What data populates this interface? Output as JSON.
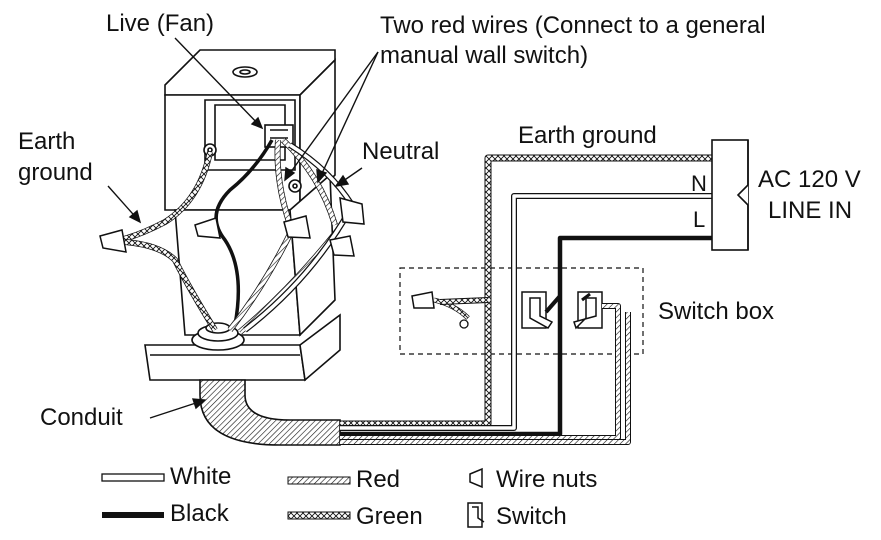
{
  "labels": {
    "live_fan": "Live (Fan)",
    "two_red_wires_line1": "Two red wires (Connect to a general",
    "two_red_wires_line2": "manual wall switch)",
    "earth_ground_left_line1": "Earth",
    "earth_ground_left_line2": "ground",
    "neutral": "Neutral",
    "earth_ground_top": "Earth ground",
    "terminal_n": "N",
    "terminal_l": "L",
    "ac_line1": "AC 120 V",
    "ac_line2": "LINE IN",
    "switch_box": "Switch box",
    "conduit": "Conduit"
  },
  "legend": {
    "white": "White",
    "black": "Black",
    "red": "Red",
    "green": "Green",
    "wire_nuts": "Wire nuts",
    "switch": "Switch"
  },
  "colors": {
    "ink": "#111111",
    "background": "#ffffff"
  }
}
